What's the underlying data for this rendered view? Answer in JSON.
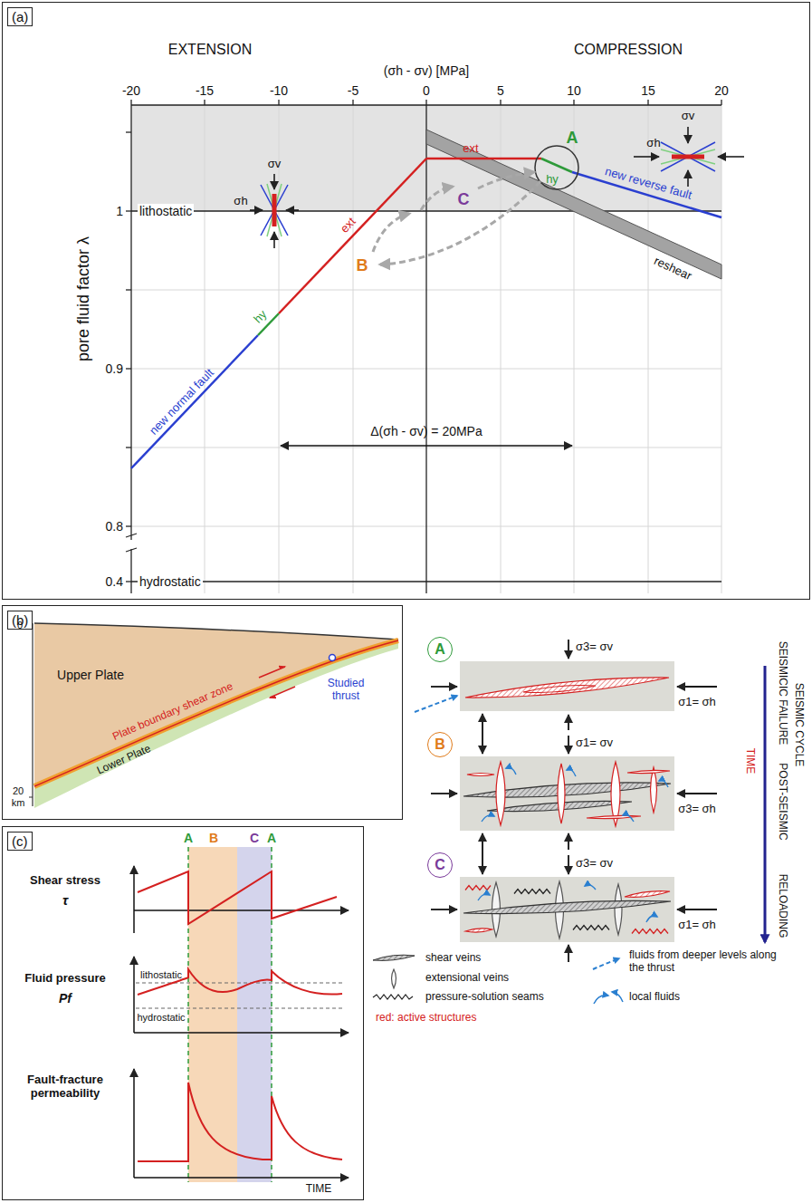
{
  "diagram": {
    "nodes": [
      {
        "text": [
          "(a)"
        ]
      },
      {
        "text": [
          "(b)"
        ]
      },
      {
        "text": [
          "A"
        ]
      },
      {
        "text": [
          "B"
        ]
      },
      {
        "text": [
          "C"
        ]
      },
      {
        "text": [
          "(c)"
        ]
      }
    ],
    "edges": [
      {
        "from": 2,
        "to": 3,
        "arrow": "both"
      },
      {
        "from": 3,
        "to": 4,
        "arrow": "both"
      }
    ],
    "labels": [
      "EXTENSION",
      "COMPRESSION",
      "(σh - σv) [MPa]",
      "-20",
      "-15",
      "-10",
      "-5",
      "0",
      "5",
      "10",
      "15",
      "20",
      "pore fluid factor λ",
      "1",
      "0.9",
      "0.8",
      "0.4",
      "lithostatic",
      "hydrostatic",
      "new normal fault",
      "hy",
      "ext",
      "ext",
      "hy",
      "new reverse fault",
      "reshear",
      "A",
      "B",
      "C",
      "Δ(σh - σv) = 20MPa",
      "σv",
      "σh",
      "σv",
      "σh",
      "0",
      "20 km",
      "Upper Plate",
      "Plate boundary shear zone",
      "Lower Plate",
      "Studied thrust",
      "σ3= σv",
      "σ1= σh",
      "σ1= σv",
      "σ3= σh",
      "σ3= σv",
      "σ1= σh",
      "SEISMIC CYCLE",
      "SEISMICIC FAILURE",
      "POST-SEISMIC",
      "TIME",
      "RELOADING",
      "red: active structures",
      "Shear stress",
      "τ",
      "Fluid pressure",
      "Pf",
      "Fault-fracture permeability",
      "lithostatic",
      "hydrostatic",
      "TIME",
      "A",
      "B",
      "C",
      "A"
    ],
    "legend": [
      {
        "text": "shear veins"
      },
      {
        "text": "extensional veins"
      },
      {
        "text": "pressure-solution seams"
      },
      {
        "text": "fluids from deeper levels along the thrust"
      },
      {
        "text": "local fluids"
      }
    ]
  }
}
